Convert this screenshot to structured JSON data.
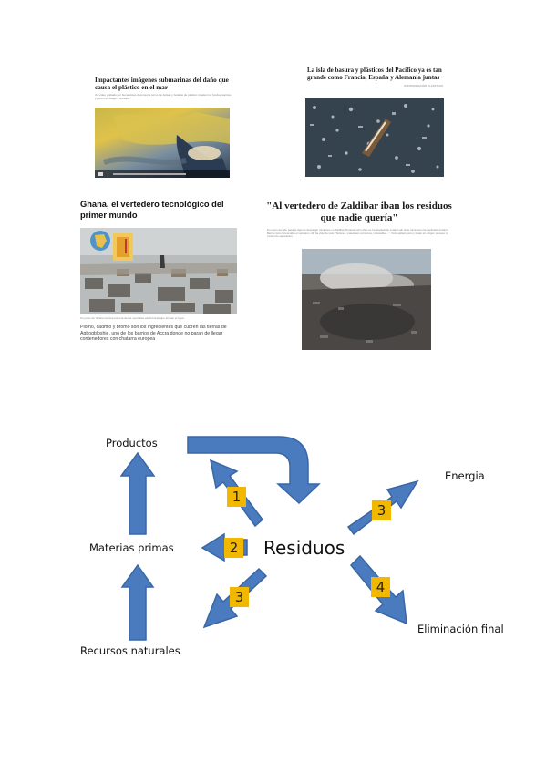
{
  "articles": [
    {
      "headline": "Impactantes imágenes submarinas del daño que causa el plástico en el mar",
      "text": "Un vídeo grabado por buceadores documenta cómo las bolsas y botellas de plástico invaden los fondos marinos y ponen en riesgo a la fauna."
    },
    {
      "headline": "La isla de basura y plásticos del Pacífico ya es tan grande como Francia, España y Alemania juntas",
      "tag": "CONTAMINACIÓN PLÁSTICOS"
    },
    {
      "headline": "Ghana, el vertedero tecnológico del primer mundo",
      "photo_caption": "Un joven de Ghana camina por una de las montañas electrónicas que forman el lugar.",
      "text": "Plomo, cadmio y bromo son los ingredientes que cubren las tierras de Agbogbloshie, uno de los barrios de Accra donde no paran de llegar contenedores con chatarra europea"
    },
    {
      "headline": "\"Al vertedero de Zaldibar iban los residuos que nadie quería\"",
      "text": "En enero del año pasado dejó de descargar camiones en Zaldibar. Durante ocho años se ha desplazado a diario allí. Este camionero ha explicado al diario Berria cómo funcionaba el vertedero. Allí ha visto de todo: \"bidones, materiales corrosivos, inflamables...\". Todo apilado junto y tirado sin ningún proceso ni control de separación."
    }
  ],
  "diagram": {
    "center": "Residuos",
    "nodes": {
      "productos": "Productos",
      "materias": "Materias primas",
      "recursos": "Recursos naturales",
      "energia": "Energia",
      "eliminacion": "Eliminación final"
    },
    "numbers": [
      "1",
      "2",
      "3",
      "3",
      "4"
    ]
  },
  "colors": {
    "arrow": "#4a7bbf",
    "arrow_stroke": "#3a66a6",
    "box": "#f2b800"
  }
}
